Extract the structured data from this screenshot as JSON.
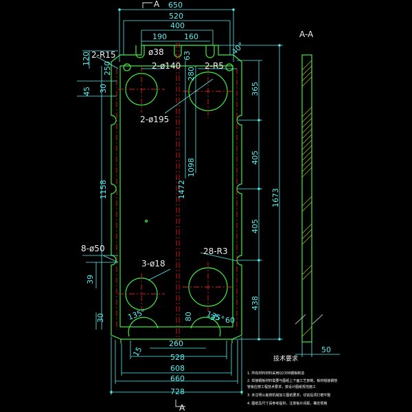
{
  "colors": {
    "background": "#000000",
    "outline": "#40f040",
    "dimension": "#58f0f0",
    "centerline": "#e02020",
    "text": "#f0f0f0",
    "hatch": "#c8c820"
  },
  "view_titles": {
    "section_marker": "A",
    "section_view": "A-A"
  },
  "top_dimensions": [
    "650",
    "520",
    "400",
    "190",
    "160"
  ],
  "bottom_dimensions": [
    "260",
    "528",
    "608",
    "660",
    "728"
  ],
  "left_dimensions": [
    "120",
    "250",
    "45",
    "30",
    "1158",
    "39",
    "30"
  ],
  "right_dimensions": [
    "280",
    "365",
    "1098",
    "1472",
    "405",
    "405",
    "438",
    "1673"
  ],
  "side_dimension": "50",
  "feature_labels": {
    "r15": "2-R15",
    "d38": "ø38",
    "d140": "2-ø140",
    "r5": "2-R5",
    "d195": "2-ø195",
    "d50": "8-ø50",
    "d18": "3-ø18",
    "r3": "28-R3"
  },
  "angle_labels": [
    "40°",
    "135°",
    "135°",
    "80",
    "60"
  ],
  "small_labels": [
    "63",
    "35",
    "15"
  ],
  "notes": {
    "title": "技术要求",
    "items": [
      "1. 所有材料材料采用Q235B钢板制造",
      "2. 焊接钢板材料需要与图纸上下面工艺复制，板材组装钢管",
      "   管板应按工程技术要求，按设计图纸规范施工",
      "3. 未注明公差按机械加工图纸要求，切割后须打磨平整",
      "4. 图纸及尺寸请参考提供，注意板片间距，确定规格"
    ]
  }
}
